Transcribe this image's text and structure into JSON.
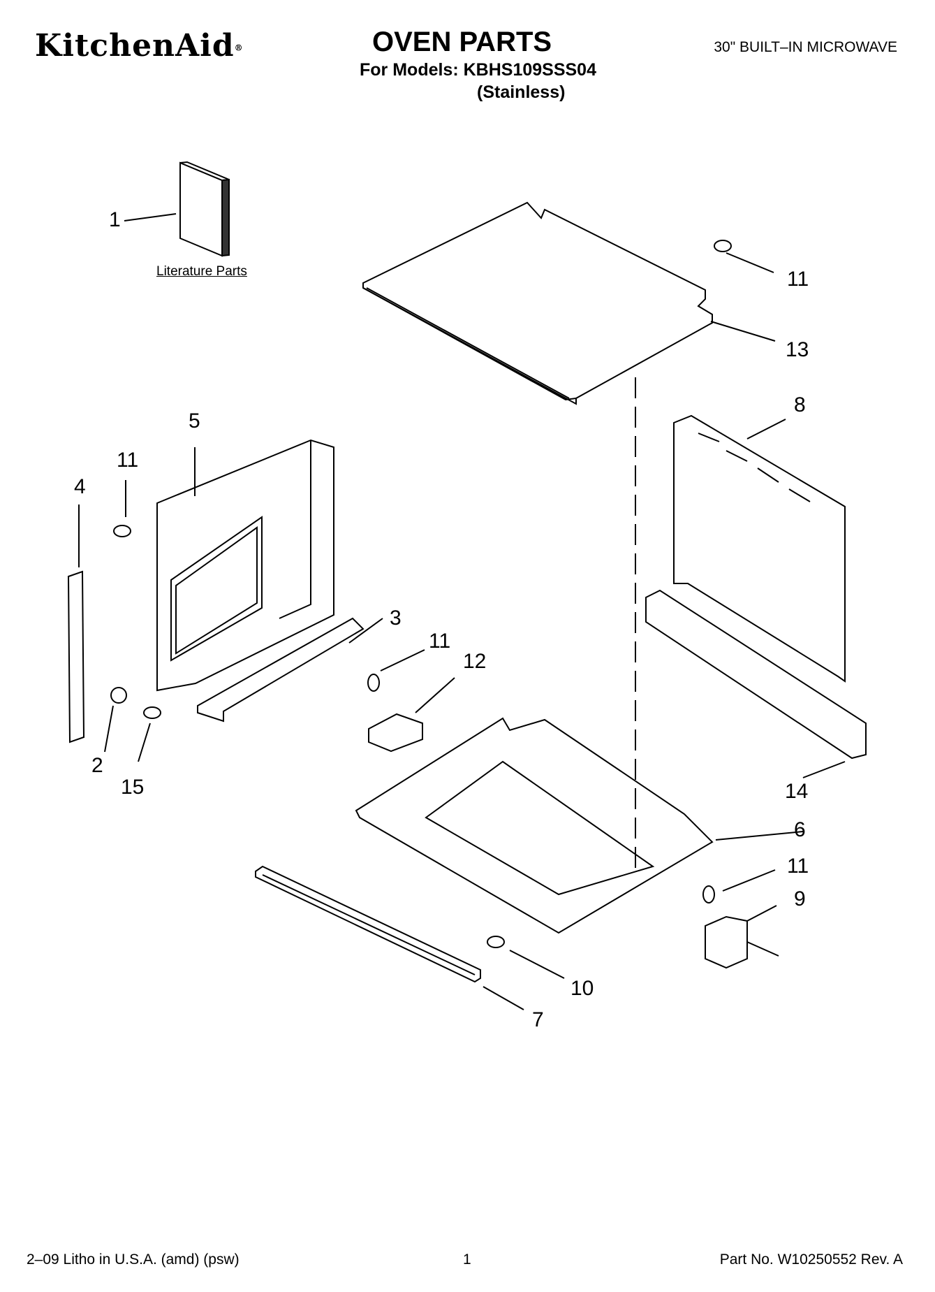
{
  "header": {
    "brand": "KitchenAid",
    "brand_mark": "®",
    "title": "OVEN PARTS",
    "models_line": "For Models: KBHS109SSS04",
    "variant": "(Stainless)",
    "product": "30\" BUILT–IN MICROWAVE"
  },
  "diagram": {
    "literature_label": "Literature Parts",
    "callouts": [
      "1",
      "11",
      "13",
      "5",
      "11",
      "4",
      "8",
      "3",
      "11",
      "12",
      "2",
      "15",
      "14",
      "6",
      "11",
      "9",
      "10",
      "7"
    ]
  },
  "footer": {
    "left": "2–09 Litho in U.S.A. (amd) (psw)",
    "page": "1",
    "part_no": "Part No. W10250552 Rev. A"
  }
}
